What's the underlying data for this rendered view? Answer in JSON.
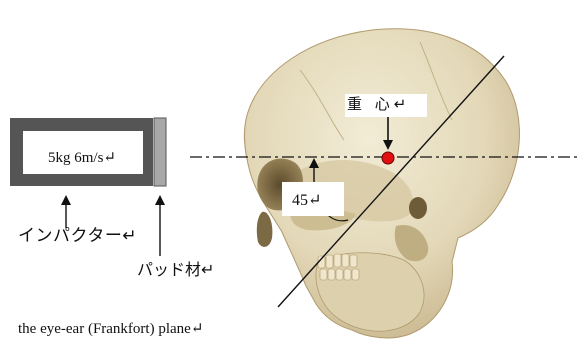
{
  "impactor": {
    "text": "5kg 6m/s↵",
    "label": "インパクター↵"
  },
  "pad": {
    "label": "パッド材↵"
  },
  "cg": {
    "label": "重 心↵"
  },
  "angle": {
    "label": "45↵"
  },
  "plane": {
    "label": "the eye-ear (Frankfort) plane↵"
  },
  "colors": {
    "impactor_border": "#555555",
    "impactor_fill": "#ffffff",
    "pad_fill": "#a8a8a8",
    "cg_marker": "#e01010",
    "bone": "#e6dcc0",
    "bone_shadow": "#b7a67e"
  }
}
